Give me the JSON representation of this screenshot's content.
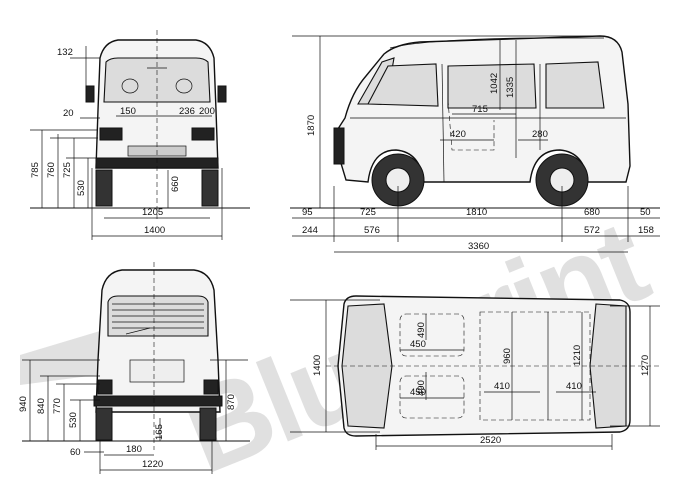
{
  "watermark": {
    "text": "Blueprint",
    "color": "#c8c8c8"
  },
  "front_view": {
    "dims": {
      "top_offset": "132",
      "width_150": "150",
      "width_236": "236",
      "width_200": "200",
      "side_20": "20",
      "h_785": "785",
      "h_760": "760",
      "h_725": "725",
      "h_530": "530",
      "ground_660": "660",
      "track": "1205",
      "overall_width": "1400"
    }
  },
  "side_view": {
    "dims": {
      "height_1870": "1870",
      "window_1042": "1042",
      "window_1335": "1335",
      "seat_715": "715",
      "seat_420": "420",
      "seat_280": "280",
      "front_overhang_95": "95",
      "front_725": "725",
      "wheelbase": "1810",
      "rear_680": "680",
      "rear_50": "50",
      "front_244": "244",
      "front_576": "576",
      "rear_572": "572",
      "rear_158": "158",
      "overall_length": "3360"
    }
  },
  "rear_view": {
    "dims": {
      "h_940": "940",
      "h_840": "840",
      "h_770": "770",
      "h_530": "530",
      "h_870": "870",
      "clearance_165": "165",
      "side_60": "60",
      "w_180": "180",
      "rear_track": "1220"
    }
  },
  "top_view": {
    "dims": {
      "width_1400": "1400",
      "seat_490_top": "490",
      "seat_450_top": "450",
      "cargo_960": "960",
      "cargo_1210": "1210",
      "width_1270": "1270",
      "seat_490_bottom": "490",
      "seat_450_bottom": "450",
      "cargo_410_a": "410",
      "cargo_410_b": "410",
      "length_2520": "2520"
    }
  }
}
